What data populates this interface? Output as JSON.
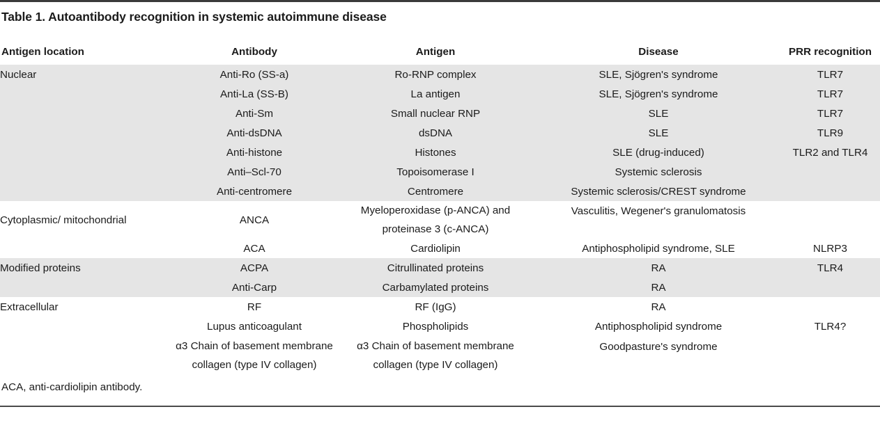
{
  "title": "Table 1. Autoantibody recognition in systemic autoimmune disease",
  "columns": [
    "Antigen location",
    "Antibody",
    "Antigen",
    "Disease",
    "PRR recognition"
  ],
  "colors": {
    "band": "#e5e5e5",
    "text": "#1b1b1b",
    "rule": "#3a3a3a",
    "page": "#ffffff"
  },
  "rows": [
    {
      "location": "Nuclear",
      "antibody": "Anti-Ro (SS-a)",
      "antigen": "Ro-RNP complex",
      "disease": "SLE, Sjögren's syndrome",
      "prr": "TLR7",
      "band": true
    },
    {
      "location": "",
      "antibody": "Anti-La (SS-B)",
      "antigen": "La antigen",
      "disease": "SLE, Sjögren's syndrome",
      "prr": "TLR7",
      "band": true
    },
    {
      "location": "",
      "antibody": "Anti-Sm",
      "antigen": "Small nuclear RNP",
      "disease": "SLE",
      "prr": "TLR7",
      "band": true
    },
    {
      "location": "",
      "antibody": "Anti-dsDNA",
      "antigen": "dsDNA",
      "disease": "SLE",
      "prr": "TLR9",
      "band": true
    },
    {
      "location": "",
      "antibody": "Anti-histone",
      "antigen": "Histones",
      "disease": "SLE (drug-induced)",
      "prr": "TLR2 and TLR4",
      "band": true
    },
    {
      "location": "",
      "antibody": "Anti–Scl-70",
      "antigen": "Topoisomerase I",
      "disease": "Systemic sclerosis",
      "prr": "",
      "band": true
    },
    {
      "location": "",
      "antibody": "Anti-centromere",
      "antigen": "Centromere",
      "disease": "Systemic sclerosis/CREST syndrome",
      "prr": "",
      "band": true
    },
    {
      "location": "Cytoplasmic/ mitochondrial",
      "antibody": "ANCA",
      "antigen_line1": "Myeloperoxidase (p-ANCA) and",
      "antigen_line2": "proteinase 3 (c-ANCA)",
      "disease": "Vasculitis, Wegener's granulomatosis",
      "prr": "",
      "band": false,
      "twoline": true
    },
    {
      "location": "",
      "antibody": "ACA",
      "antigen": "Cardiolipin",
      "disease": "Antiphospholipid syndrome, SLE",
      "prr": "NLRP3",
      "band": false
    },
    {
      "location": "Modified proteins",
      "antibody": "ACPA",
      "antigen": "Citrullinated proteins",
      "disease": "RA",
      "prr": "TLR4",
      "band": true
    },
    {
      "location": "",
      "antibody": "Anti-Carp",
      "antigen": "Carbamylated proteins",
      "disease": "RA",
      "prr": "",
      "band": true
    },
    {
      "location": "Extracellular",
      "antibody": "RF",
      "antigen": "RF (IgG)",
      "disease": "RA",
      "prr": "",
      "band": false
    },
    {
      "location": "",
      "antibody": "Lupus anticoagulant",
      "antigen": "Phospholipids",
      "disease": "Antiphospholipid syndrome",
      "prr": "TLR4?",
      "band": false
    },
    {
      "location": "",
      "antibody_line1": "α3 Chain of basement membrane",
      "antibody_line2": "collagen (type IV collagen)",
      "antigen_line1": "α3 Chain of basement membrane",
      "antigen_line2": "collagen (type IV collagen)",
      "disease": "Goodpasture's syndrome",
      "prr": "",
      "band": false,
      "twoline": true
    }
  ],
  "footnote": "ACA, anti-cardiolipin antibody."
}
